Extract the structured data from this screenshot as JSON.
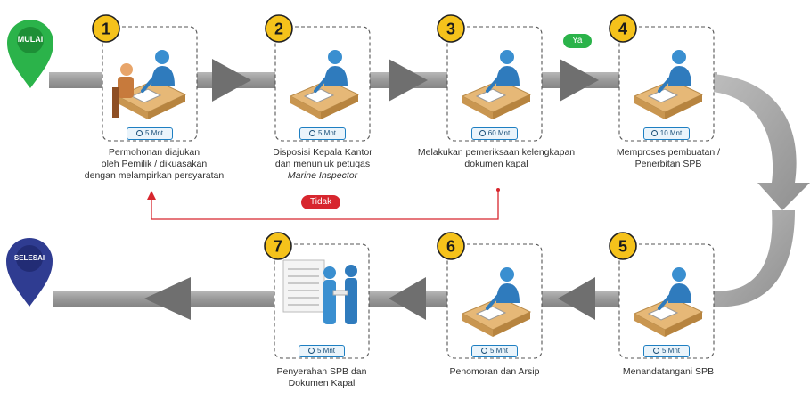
{
  "start": {
    "label": "MULAI",
    "color": "#2bb34a"
  },
  "end": {
    "label": "SELESAI",
    "color": "#2f3c91"
  },
  "colors": {
    "badge": "#f5c21b",
    "arrow": "#8a8a8a",
    "time_border": "#1e7fc2",
    "reject": "#d7262e",
    "approve": "#2bb34a"
  },
  "decision": {
    "yes": "Ya",
    "no": "Tidak"
  },
  "steps": [
    {
      "number": "1",
      "time": "5 Mnt",
      "lines": [
        "Permohonan diajukan",
        "oleh Pemilik / dikuasakan",
        "dengan melampirkan persyaratan"
      ]
    },
    {
      "number": "2",
      "time": "5 Mnt",
      "lines": [
        "Disposisi Kepala Kantor",
        "dan menunjuk petugas"
      ],
      "italic_line": "Marine Inspector"
    },
    {
      "number": "3",
      "time": "60 Mnt",
      "lines": [
        "Melakukan pemeriksaan kelengkapan",
        "dokumen kapal"
      ]
    },
    {
      "number": "4",
      "time": "10 Mnt",
      "lines": [
        "Memproses pembuatan /",
        "Penerbitan SPB"
      ]
    },
    {
      "number": "5",
      "time": "5 Mnt",
      "lines": [
        "Menandatangani SPB"
      ]
    },
    {
      "number": "6",
      "time": "5 Mnt",
      "lines": [
        "Penomoran dan Arsip"
      ]
    },
    {
      "number": "7",
      "time": "5 Mnt",
      "lines": [
        "Penyerahan SPB dan",
        "Dokumen Kapal"
      ]
    }
  ]
}
